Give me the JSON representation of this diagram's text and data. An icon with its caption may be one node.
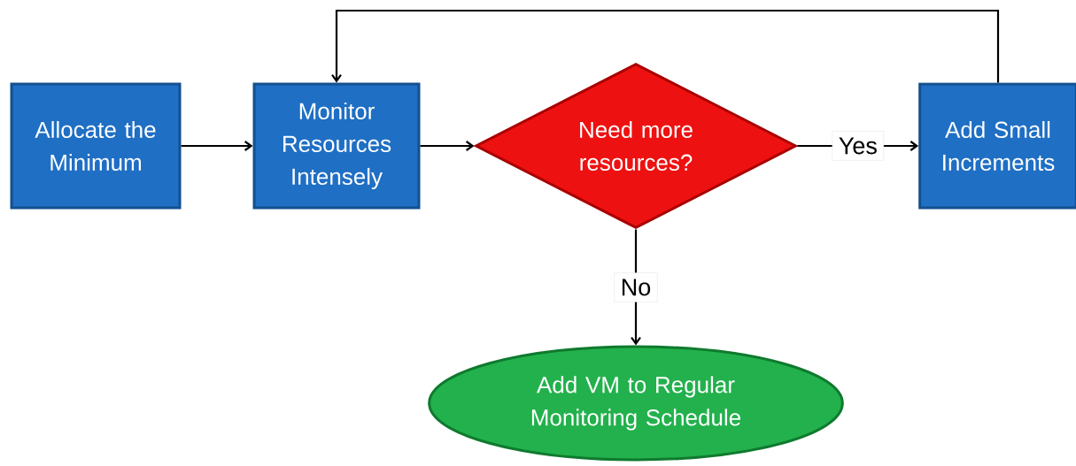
{
  "diagram": {
    "nodes": [
      {
        "text": [
          "Allocate the Minimum"
        ]
      },
      {
        "text": [
          "Monitor Resources Intensely"
        ]
      },
      {
        "text": [
          "Need more resources?"
        ]
      },
      {
        "text": [
          "Add Small Increments"
        ]
      },
      {
        "text": [
          "Add VM to Regular Monitoring Schedule"
        ]
      }
    ],
    "edges": [
      {
        "from": 0,
        "to": 1,
        "arrow": "to"
      },
      {
        "from": 1,
        "to": 2,
        "arrow": "to"
      },
      {
        "from": 2,
        "to": 3,
        "arrow": "to",
        "label": "Yes"
      },
      {
        "from": 3,
        "to": 1,
        "arrow": "to"
      },
      {
        "from": 2,
        "to": 4,
        "arrow": "to",
        "label": "No"
      }
    ]
  }
}
